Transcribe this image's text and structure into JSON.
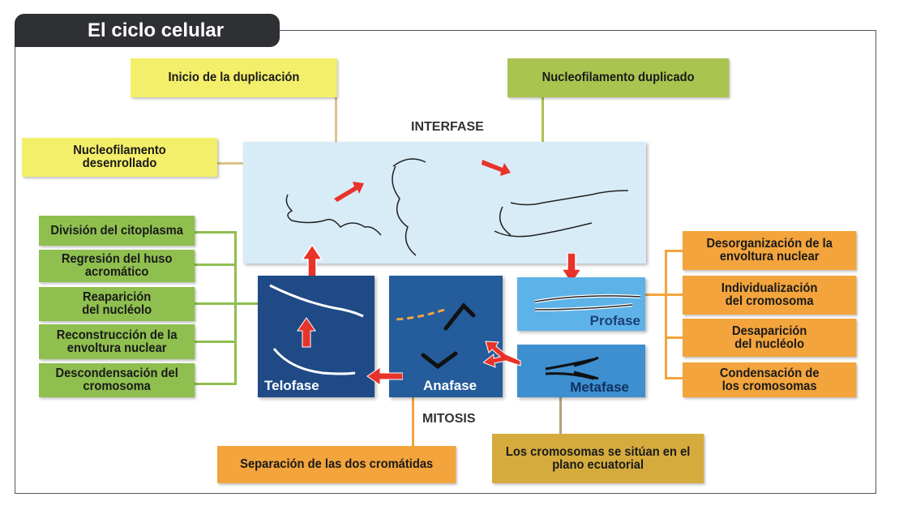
{
  "title": "El ciclo celular",
  "interfase_label": "INTERFASE",
  "mitosis_label": "MITOSIS",
  "top_boxes": {
    "inicio": "Inicio de la duplicación",
    "duplicado": "Nucleofilamento duplicado",
    "desenrollado": "Nucleofilamento desenrollado"
  },
  "telofase_events": [
    "División del citoplasma",
    "Regresión del huso acromático",
    "Reaparición del nucléolo",
    "Reconstrucción de la envoltura nuclear",
    "Descondensación del cromosoma"
  ],
  "profase_events": [
    "Desorganización de la envoltura nuclear",
    "Individualización del cromosoma",
    "Desaparición del nucléolo",
    "Condensación de los cromosomas"
  ],
  "phases": {
    "profase": "Profase",
    "metafase": "Metafase",
    "anafase": "Anafase",
    "telofase": "Telofase"
  },
  "bottom_boxes": {
    "anafase": "Separación de las dos cromátidas",
    "metafase": "Los cromosomas se sitúan en el plano ecuatorial"
  },
  "colors": {
    "yellow": "#f4ef6a",
    "green": "#8fbf4f",
    "orange": "#f3a43c",
    "interfase": "#d8ecf8",
    "telofase": "#1f4a86",
    "anafase": "#245c9c",
    "profase": "#5db3e7",
    "metafase": "#3d8fd0",
    "arrow": "#e8332a"
  }
}
